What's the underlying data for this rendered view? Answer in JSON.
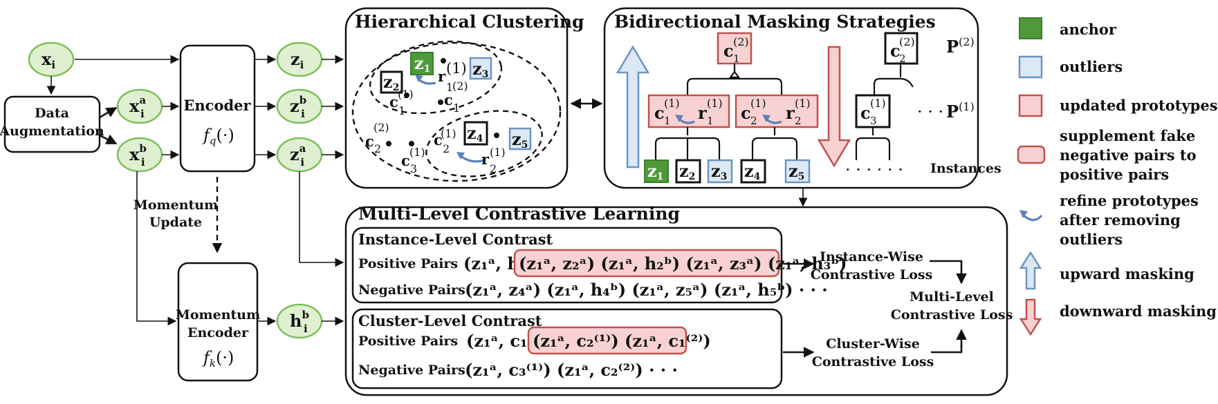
{
  "inputs": {
    "x_i": "x",
    "x_i_sub": "i",
    "xa": "x",
    "xa_sup": "a",
    "xa_sub": "i",
    "xb": "x",
    "xb_sup": "b",
    "xb_sub": "i",
    "zi": "z",
    "zi_sub": "i",
    "zb": "z",
    "zb_sup": "b",
    "zb_sub": "i",
    "za": "z",
    "za_sup": "a",
    "za_sub": "i",
    "hb": "h",
    "hb_sup": "b",
    "hb_sub": "i"
  },
  "blocks": {
    "data_aug_line1": "Data",
    "data_aug_line2": "Augmentation",
    "encoder_title": "Encoder",
    "encoder_fn": "f",
    "encoder_fn_sub": "q",
    "encoder_fn_arg": "(·)",
    "momentum_update_line1": "Momentum",
    "momentum_update_line2": "Update",
    "momentum_encoder_line1": "Momentum",
    "momentum_encoder_line2": "Encoder",
    "momentum_fn": "f",
    "momentum_fn_sub": "k",
    "momentum_fn_arg": "(·)"
  },
  "hierarchical": {
    "title": "Hierarchical Clustering",
    "z1": "z",
    "z1_sub": "1",
    "z2": "z",
    "z2_sub": "2",
    "z3": "z",
    "z3_sub": "3",
    "z4": "z",
    "z4_sub": "4",
    "z5": "z",
    "z5_sub": "5",
    "r1": "r",
    "r1_sup": "(1)",
    "r1_sub": "1",
    "r2": "r",
    "r2_sup": "(1)",
    "r2_sub": "2",
    "c1a": "c",
    "c1a_sup": "(1)",
    "c1a_sub": "1",
    "c1b": "c",
    "c1b_sup": "(2)",
    "c1b_sub": "1",
    "c2a": "c",
    "c2a_sup": "(2)",
    "c2a_sub": "2",
    "c2b": "c",
    "c2b_sup": "(1)",
    "c2b_sub": "2",
    "c3": "c",
    "c3_sup": "(1)",
    "c3_sub": "3"
  },
  "masking": {
    "title": "Bidirectional Masking Strategies",
    "c1_top": "c",
    "c1_top_sup": "(2)",
    "c1_top_sub": "1",
    "c2_top": "c",
    "c2_top_sup": "(2)",
    "c2_top_sub": "2",
    "p2": "P",
    "p2_sup": "(2)",
    "p1": "P",
    "p1_sup": "(1)",
    "dots": "· · ·",
    "pair1_c": "c",
    "pair1_c_sup": "(1)",
    "pair1_c_sub": "1",
    "pair1_r": "r",
    "pair1_r_sup": "(1)",
    "pair1_r_sub": "1",
    "pair2_c": "c",
    "pair2_c_sup": "(1)",
    "pair2_c_sub": "2",
    "pair2_r": "r",
    "pair2_r_sup": "(1)",
    "pair2_r_sub": "2",
    "c3": "c",
    "c3_sup": "(1)",
    "c3_sub": "3",
    "inst": [
      "z",
      "z",
      "z",
      "z",
      "z"
    ],
    "inst_sub": [
      "1",
      "2",
      "3",
      "4",
      "5"
    ],
    "bottom_dots": "· · ·   · · ·",
    "instances_label": "Instances"
  },
  "contrastive": {
    "title": "Multi-Level Contrastive Learning",
    "instance_title": "Instance-Level Contrast",
    "positive_pairs": "Positive Pairs",
    "negative_pairs": "Negative Pairs",
    "inst_pos_first": "(z₁ᵃ, h₁ᵇ)",
    "inst_pos_fake": "(z₁ᵃ, z₂ᵃ) (z₁ᵃ, h₂ᵇ) (z₁ᵃ, z₃ᵃ) (z₁ᵃ, h₃ᵇ)",
    "inst_neg": "(z₁ᵃ, z₄ᵃ) (z₁ᵃ, h₄ᵇ) (z₁ᵃ, z₅ᵃ) (z₁ᵃ, h₅ᵇ) · · ·",
    "cluster_title": "Cluster-Level Contrast",
    "clu_pos_first": "(z₁ᵃ, c₁⁽¹⁾)",
    "clu_pos_fake": "(z₁ᵃ, c₂⁽¹⁾) (z₁ᵃ, c₁⁽²⁾)",
    "clu_neg": "(z₁ᵃ, c₃⁽¹⁾)  (z₁ᵃ, c₂⁽²⁾)  · · ·",
    "instance_loss_line1": "Instance-Wise",
    "instance_loss_line2": "Contrastive Loss",
    "cluster_loss_line1": "Cluster-Wise",
    "cluster_loss_line2": "Contrastive Loss",
    "multi_loss_line1": "Multi-Level",
    "multi_loss_line2": "Contrastive Loss"
  },
  "legend": {
    "anchor": "anchor",
    "outliers": "outliers",
    "updated": "updated prototypes",
    "supplement_1": "supplement fake",
    "supplement_2": "negative pairs to",
    "supplement_3": "positive pairs",
    "refine_1": "refine prototypes",
    "refine_2": "after removing",
    "refine_3": "outliers",
    "upward": "upward masking",
    "downward": "downward masking"
  },
  "colors": {
    "green_fill": "#dff0d0",
    "green_stroke": "#7cbf5a",
    "anchor": "#4e9a3a",
    "outlier_fill": "#dce8f4",
    "outlier_stroke": "#6a94c6",
    "pink_fill": "#f8d2d2",
    "pink_stroke": "#c0504d",
    "curve_blue": "#5b82b9"
  }
}
